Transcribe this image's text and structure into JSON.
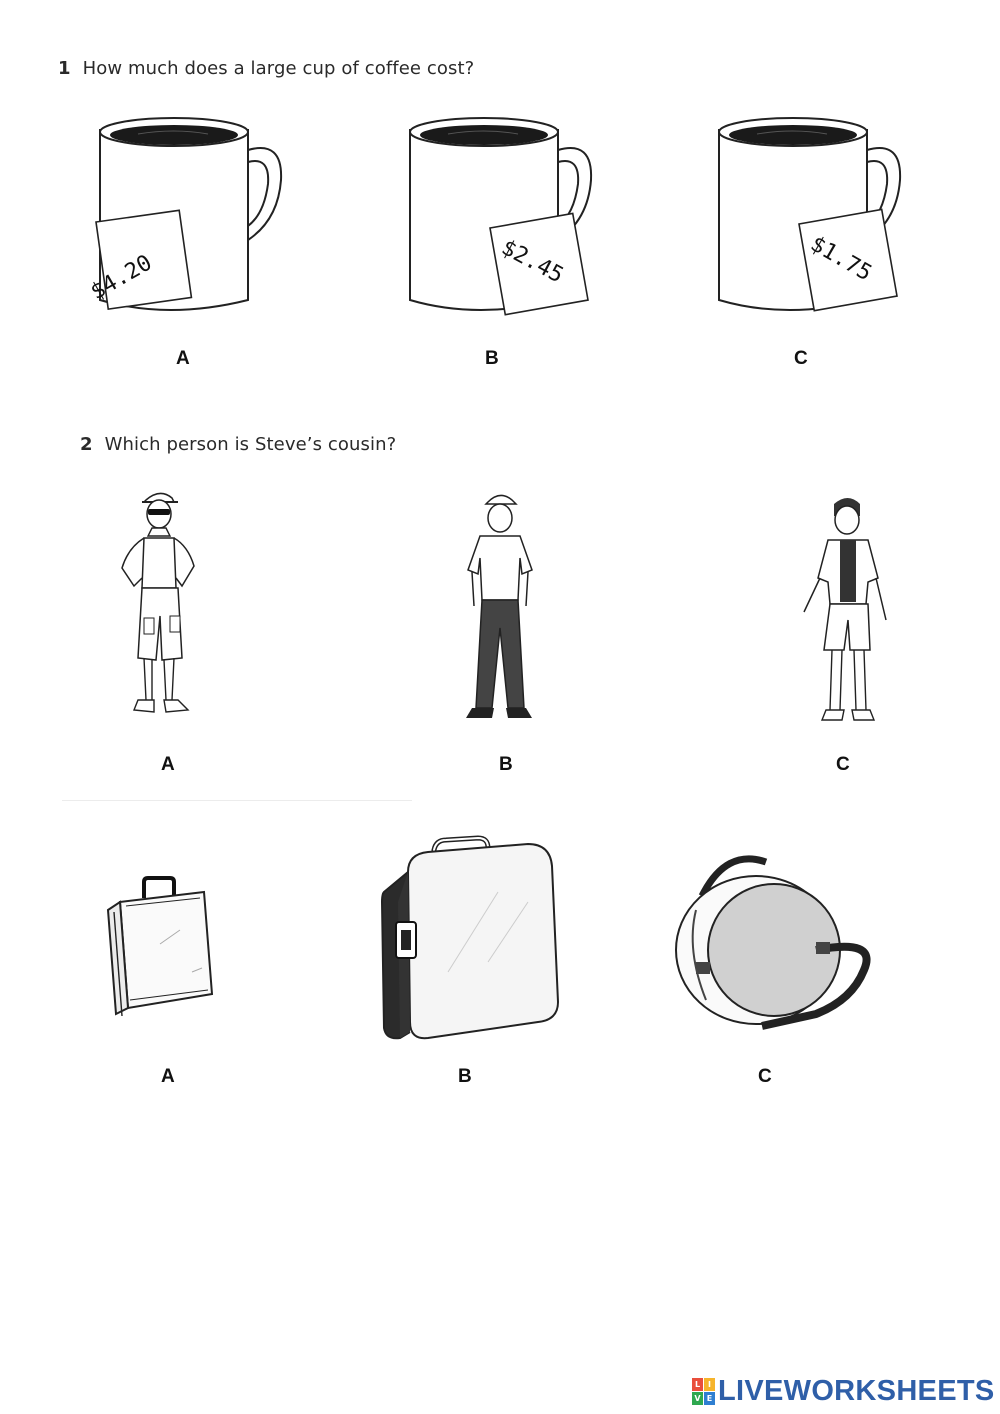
{
  "questions": [
    {
      "number": "1",
      "text": "How much does a large cup of coffee cost?",
      "options": [
        {
          "label": "A",
          "price": "$4.20"
        },
        {
          "label": "B",
          "price": "$2.45"
        },
        {
          "label": "C",
          "price": "$1.75"
        }
      ]
    },
    {
      "number": "2",
      "text": "Which person is Steve’s cousin?",
      "options": [
        {
          "label": "A"
        },
        {
          "label": "B"
        },
        {
          "label": "C"
        }
      ]
    },
    {
      "options": [
        {
          "label": "A"
        },
        {
          "label": "B"
        },
        {
          "label": "C"
        }
      ]
    }
  ],
  "footer": {
    "brand": "LIVEWORKSHEETS",
    "badge_letters": [
      "L",
      "I",
      "V",
      "E"
    ],
    "brand_color": "#2f5fa8",
    "badge_colors": [
      "#e94e3c",
      "#f6b42b",
      "#2fa84f",
      "#2f7fd1"
    ]
  }
}
